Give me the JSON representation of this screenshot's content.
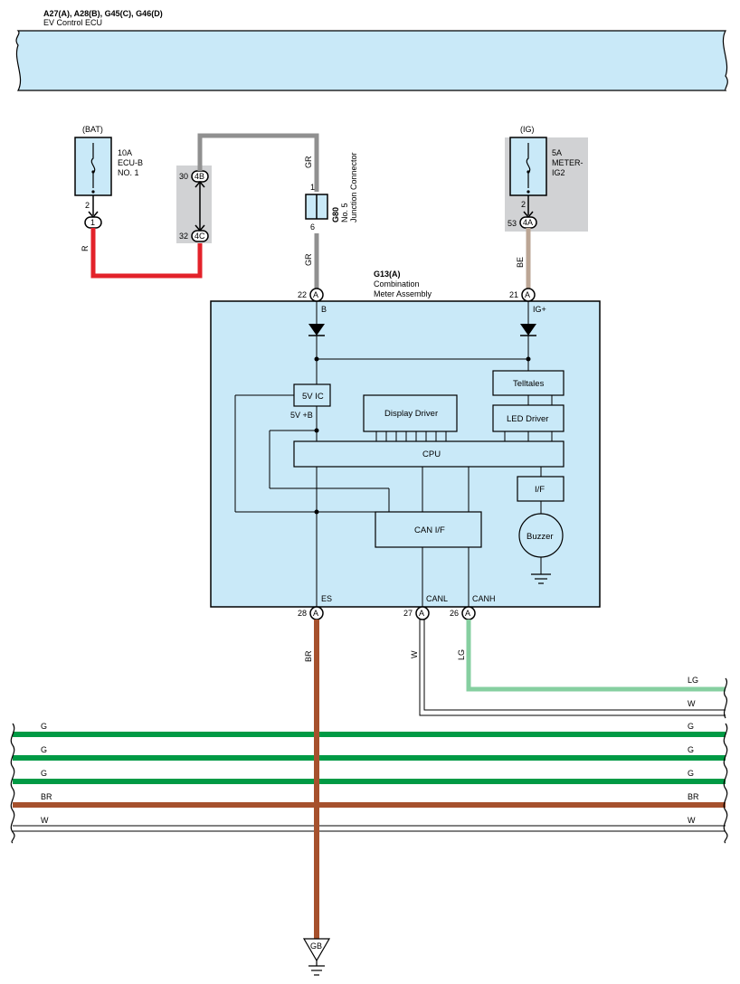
{
  "ecu": {
    "codes": "A27(A), A28(B), G45(C), G46(D)",
    "name": "EV Control ECU"
  },
  "bat_fuse": {
    "source": "(BAT)",
    "rating": "10A",
    "name_line1": "ECU-B",
    "name_line2": "NO. 1",
    "pin_out": "2",
    "connector": "1",
    "wire_color": "R"
  },
  "ig_fuse": {
    "source": "(IG)",
    "rating": "5A",
    "name_line1": "METER-",
    "name_line2": "IG2",
    "pin_out": "2",
    "connector_pin": "53",
    "connector": "4A",
    "wire_color": "BE"
  },
  "junction_block": {
    "pin_top": "30",
    "pin_bottom": "32",
    "connector_top": "4B",
    "connector_bottom": "4C"
  },
  "junction_connector": {
    "code": "G80",
    "name_line1": "No. 5",
    "name_line2": "Junction Connector",
    "pin_top": "1",
    "pin_bottom": "6",
    "wire_top": "GR",
    "wire_bottom": "GR"
  },
  "meter": {
    "code": "G13(A)",
    "name_line1": "Combination",
    "name_line2": "Meter Assembly",
    "connector_letter": "A",
    "pin_b_num": "22",
    "pin_b_label": "B",
    "pin_ig_num": "21",
    "pin_ig_label": "IG+",
    "pin_es_num": "28",
    "pin_es_label": "ES",
    "pin_canl_num": "27",
    "pin_canl_label": "CANL",
    "pin_canh_num": "26",
    "pin_canh_label": "CANH",
    "blocks": {
      "reg": "5V IC",
      "reg_pins": "5V +B",
      "display": "Display Driver",
      "telltales": "Telltales",
      "led": "LED Driver",
      "cpu": "CPU",
      "iface": "I/F",
      "can": "CAN I/F",
      "buzzer": "Buzzer"
    }
  },
  "wires_out": {
    "es": "BR",
    "canl": "W",
    "canh": "LG",
    "canh_end": "LG",
    "canl_end": "W"
  },
  "bus": {
    "lines": [
      {
        "label": "G",
        "color": "#009a45"
      },
      {
        "label": "G",
        "color": "#009a45"
      },
      {
        "label": "G",
        "color": "#009a45"
      },
      {
        "label": "BR",
        "color": "#a6512d"
      },
      {
        "label": "W",
        "color": "#ffffff"
      }
    ]
  },
  "ground": {
    "label": "GB"
  },
  "colors": {
    "fill": "#c9e9f8",
    "R": "#e3222a",
    "GR": "#909090",
    "BE": "#bba594",
    "BR": "#a6512d",
    "LG": "#86cfa0",
    "G": "#009a45"
  }
}
